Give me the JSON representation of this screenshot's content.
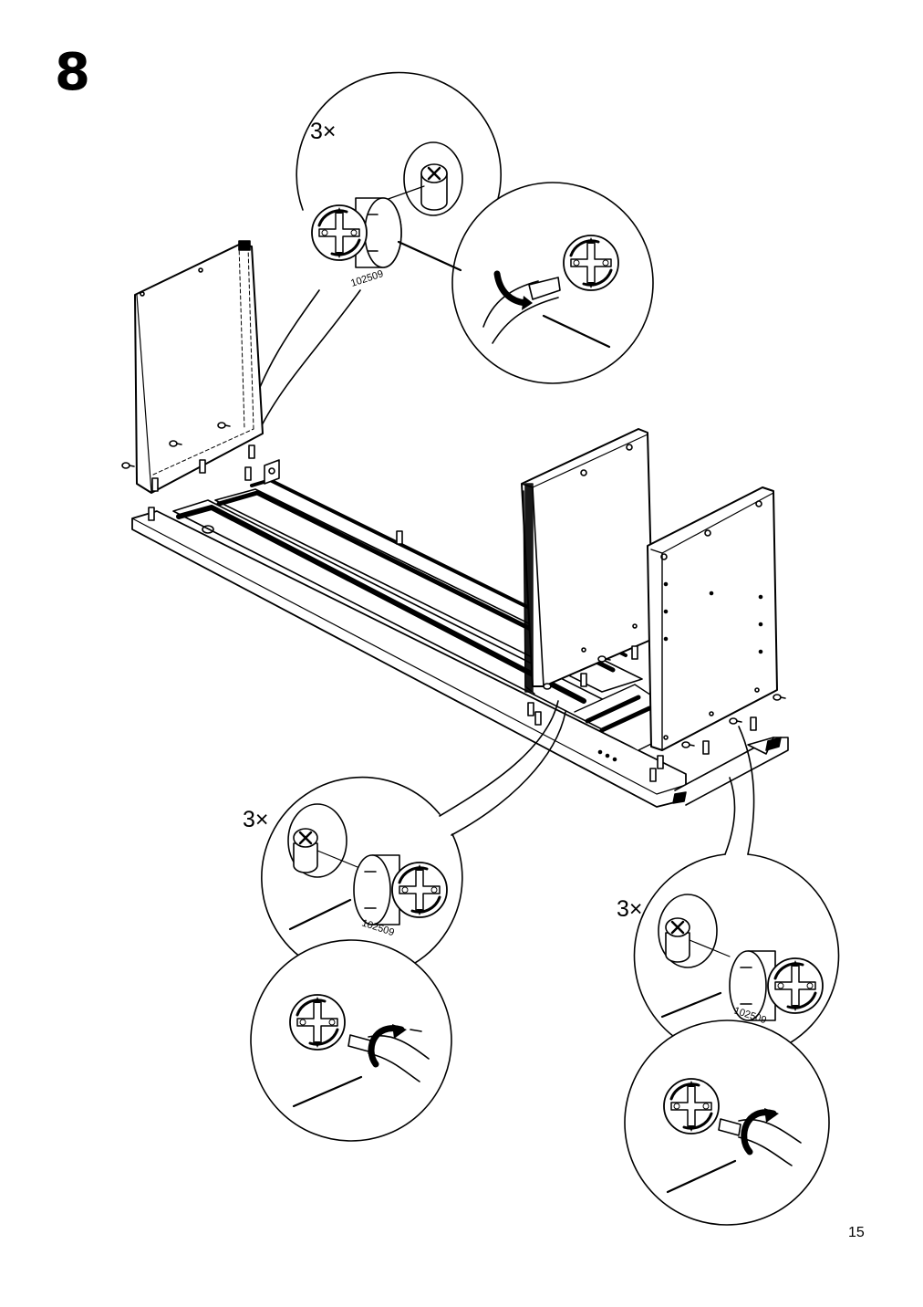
{
  "step": {
    "number": "8"
  },
  "details": {
    "top": {
      "quantity": "3×",
      "part_number": "102509"
    },
    "bottom_left": {
      "quantity": "3×",
      "part_number": "102509"
    },
    "bottom_right": {
      "quantity": "3×",
      "part_number": "102509"
    }
  },
  "icons": [
    "cam-lock-icon",
    "screwdriver-icon",
    "rotation-arrow-icon",
    "dowel-icon"
  ],
  "page": {
    "number": "15"
  }
}
